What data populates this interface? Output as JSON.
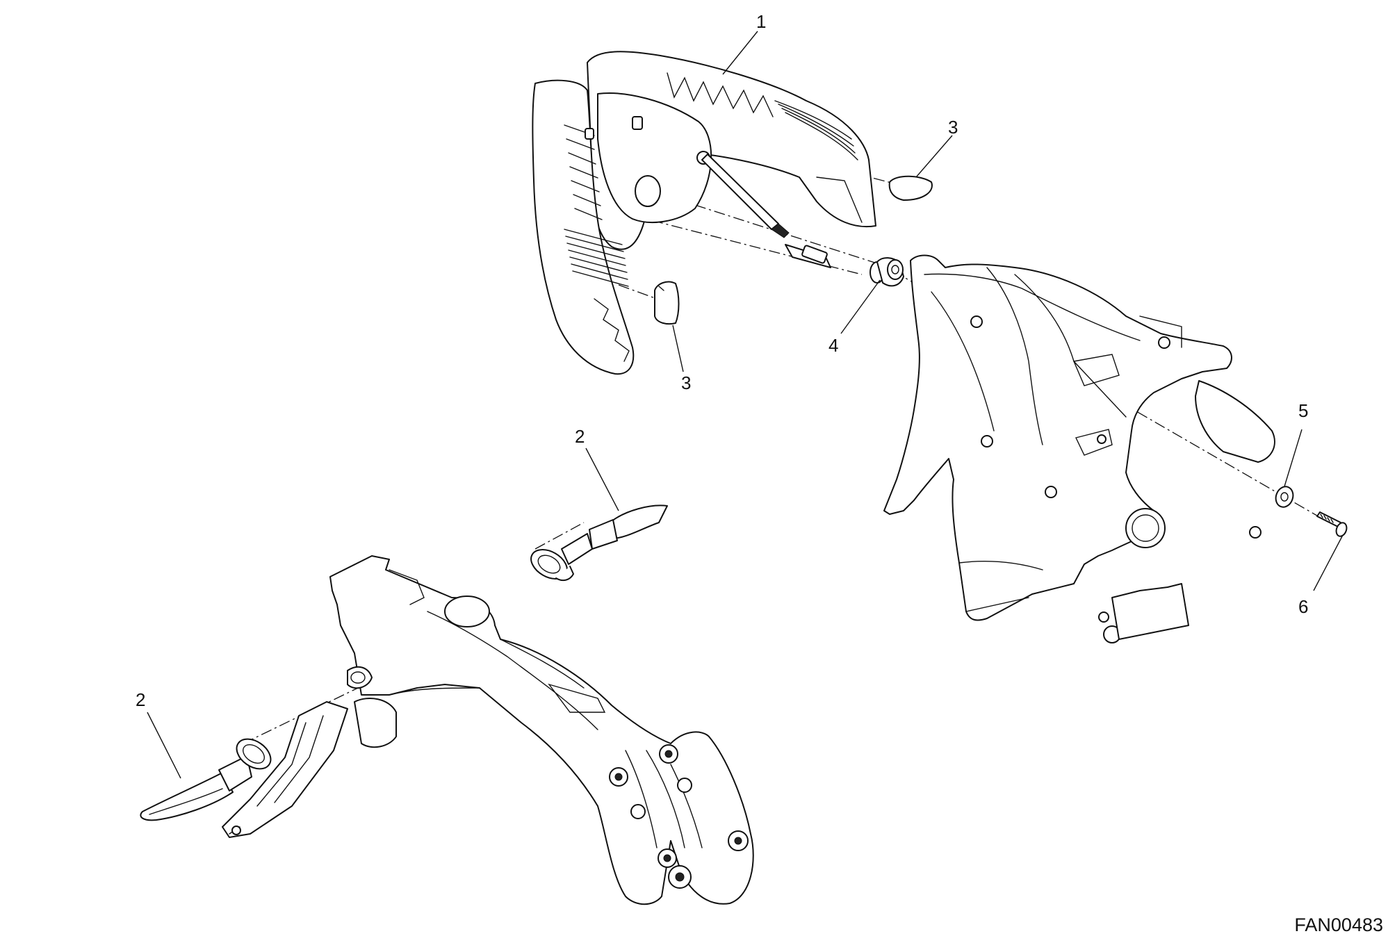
{
  "callouts": {
    "c1": "1",
    "c2a": "2",
    "c2b": "2",
    "c3a": "3",
    "c3b": "3",
    "c4": "4",
    "c5": "5",
    "c6": "6"
  },
  "figure_code": "FAN00483"
}
